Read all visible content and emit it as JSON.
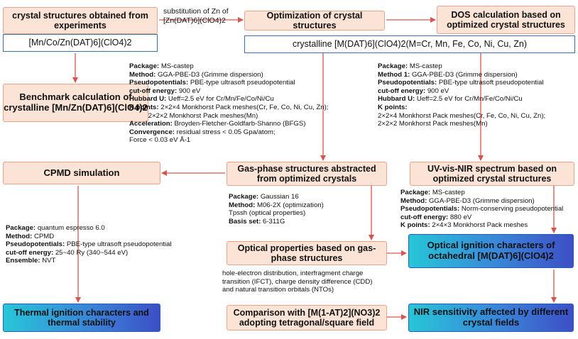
{
  "boxes": {
    "crystal_exp": "crystal structures obtained from experiments",
    "mncozn": "[Mn/Co/Zn(DAT)6](ClO4)2",
    "optimization": "Optimization of crystal structures",
    "dos": "DOS calculation based on optimized crystal structures",
    "crystalline": "crystalline [M(DAT)6](ClO4)2(M=Cr, Mn, Fe, Co, Ni, Cu, Zn)",
    "benchmark": "Benchmark calculation of crystalline [Mn/Zn(DAT)6](ClO4)2",
    "cpmd": "CPMD simulation",
    "gasphase": "Gas-phase structures abstracted from optimized crystals",
    "uvvis": "UV-vis-NIR spectrum based on optimized crystal structures",
    "optical_props": "Optical properties based on gas-phase structures",
    "optical_ignition": "Optical ignition characters of octahedral [M(DAT)6](ClO4)2",
    "thermal": "Thermal ignition characters and thermal stability",
    "comparison": "Comparison with [M(1-AT)2](NO3)2 adopting tetragonal/square field",
    "nir": "NIR sensitivity affected by different crystal fields"
  },
  "labels": {
    "substitution_l1": "substitution of Zn of",
    "substitution_l2": "[Zn(DAT)6](ClO4)2"
  },
  "param_blocks": {
    "middle": [
      {
        "key": "Package",
        "val": "MS-castep"
      },
      {
        "key": "Method",
        "val": "GGA-PBE-D3 (Grimme dispersion)"
      },
      {
        "key": "Pseudopotentials",
        "val": "PBE-type ultrasoft pseudopotential"
      },
      {
        "key": "cut-off energy",
        "val": "900 eV"
      },
      {
        "key": "Hubbard U",
        "val": "Ueff=2.5 eV for Cr/Mn/Fe/Co/Ni/Cu"
      },
      {
        "key": "K points",
        "val": "2×2×4 Monkhorst Pack meshes(Cr, Fe, Co, Ni, Cu, Zn);"
      },
      {
        "key": "",
        "val": "          2×2×2 Monkhorst Pack meshes(Mn)"
      },
      {
        "key": "Acceleration",
        "val": "Broyden-Fletcher-Goldfarb-Shanno (BFGS)"
      },
      {
        "key": "Convergence",
        "val": "residual stress < 0.05 Gpa/atom;"
      },
      {
        "key": "",
        "val": "Force < 0.03 eV Å-1"
      }
    ],
    "right": [
      {
        "key": "Package",
        "val": "MS-castep"
      },
      {
        "key": "Method 1",
        "val": "GGA-PBE-D3 (Grimme dispersion)"
      },
      {
        "key": "Pseudopotentials",
        "val": "PBE-type ultrasoft pseudopotential"
      },
      {
        "key": "cut-off energy",
        "val": "900 eV"
      },
      {
        "key": "Hubbard U",
        "val": "Ueff=2.5 eV for Cr/Mn/Fe/Co/Ni/Cu"
      },
      {
        "key": "K points",
        "val": ""
      },
      {
        "key": "",
        "val": "2×2×4 Monkhorst Pack meshes(Cr, Fe, Co, Ni, Cu, Zn);"
      },
      {
        "key": "",
        "val": "2×2×2 Monkhorst Pack meshes(Mn)"
      }
    ],
    "gaussian": [
      {
        "key": "Package",
        "val": "Gaussian 16"
      },
      {
        "key": "Method",
        "val": "M06-2X (optimization)"
      },
      {
        "key": "",
        "val": "Tpssh (optical properties)"
      },
      {
        "key": "Basis set",
        "val": "6-311G"
      }
    ],
    "uvvis": [
      {
        "key": "Package",
        "val": "MS-castep"
      },
      {
        "key": "Method",
        "val": "GGA-PBE-D3 (Grimme dispersion)"
      },
      {
        "key": "Pseudopotentials",
        "val": "Norm-conserving pseudopotential"
      },
      {
        "key": "cut-off energy",
        "val": "880 eV"
      },
      {
        "key": "K points",
        "val": "2×4×3 Monkhorst Pack meshes"
      }
    ],
    "cpmd": [
      {
        "key": "Package",
        "val": "quantum espresso 6.0"
      },
      {
        "key": "Method",
        "val": "CPMD"
      },
      {
        "key": "Pseudopotentials",
        "val": "PBE-type ultrasoft pseudopotential"
      },
      {
        "key": "cut-off energy",
        "val": "25~40 Ry (340~544 eV)"
      },
      {
        "key": "Ensemble",
        "val": "NVT"
      }
    ]
  },
  "notes": {
    "analysis": [
      "hole-electron distribution, interfragment charge",
      "transition (IFCT), charge density difference (CDD)",
      "and natural transition orbitals (NTOs)"
    ]
  },
  "colors": {
    "arrow": "#d9534f",
    "peach_fill": "#fbe3d6",
    "blue_border": "#3b6fb6"
  }
}
